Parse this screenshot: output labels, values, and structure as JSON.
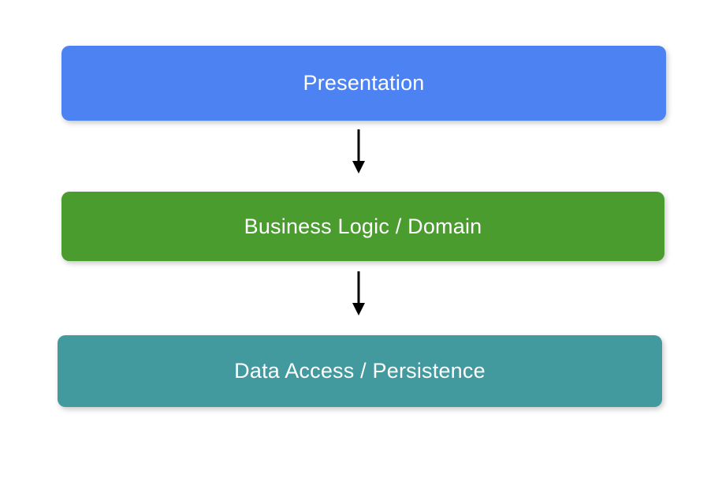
{
  "diagram": {
    "type": "layered-architecture",
    "background_color": "#ffffff",
    "layers": [
      {
        "id": "presentation",
        "label": "Presentation",
        "color": "#4d82f3",
        "text_color": "#ffffff",
        "order": 1
      },
      {
        "id": "business",
        "label": "Business Logic / Domain",
        "color": "#4a9c2e",
        "text_color": "#ffffff",
        "order": 2
      },
      {
        "id": "data",
        "label": "Data Access / Persistence",
        "color": "#42999e",
        "text_color": "#ffffff",
        "order": 3
      }
    ],
    "connectors": [
      {
        "id": "presentation-to-business",
        "from": "presentation",
        "to": "business",
        "direction": "down",
        "color": "#000000",
        "icon": "arrow-down-icon"
      },
      {
        "id": "business-to-data",
        "from": "business",
        "to": "data",
        "direction": "down",
        "color": "#000000",
        "icon": "arrow-down-icon"
      }
    ]
  }
}
